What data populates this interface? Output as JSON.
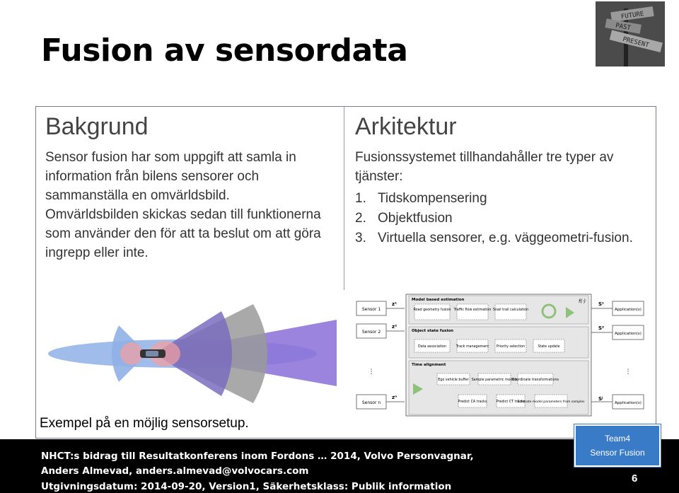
{
  "slide": {
    "title": "Fusion av sensordata"
  },
  "signpost": {
    "sign1": "FUTURE",
    "sign2": "PAST",
    "sign3": "PRESENT"
  },
  "left": {
    "heading": "Bakgrund",
    "p1": "Sensor fusion har som uppgift att samla in information från bilens sensorer och sammanställa en omvärldsbild.",
    "p2": "Omvärldsbilden skickas sedan till funktionerna som använder den för att ta beslut om att göra ingrepp eller inte."
  },
  "right": {
    "heading": "Arkitektur",
    "intro": "Fusionssystemet tillhandahåller tre typer av tjänster:",
    "items": [
      {
        "num": "1.",
        "text": "Tidskompensering"
      },
      {
        "num": "2.",
        "text": "Objektfusion"
      },
      {
        "num": "3.",
        "text": "Virtuella sensorer, e.g. väggeometri-fusion."
      }
    ]
  },
  "caption": "Exempel på en möjlig sensorsetup.",
  "diagram": {
    "sensor1": "Sensor 1",
    "sensor2": "Sensor 2",
    "sensorn": "Sensor n",
    "z1": "z¹",
    "z2": "z²",
    "zn": "zⁿ",
    "mbe": "Model based estimation",
    "osf": "Object state fusion",
    "ta": "Time alignment",
    "fx": "f(·)",
    "s1": "S¹",
    "s2": "S²",
    "sj": "Sʲ",
    "app": "Application(s)",
    "road": "Road geometry fusion",
    "traffic": "Traffic flow estimation",
    "snail": "Snail trail calculation",
    "assoc": "Data association",
    "track": "Track management",
    "prio": "Priority selection",
    "state": "State update",
    "ego": "Ego vehicle buffer",
    "sample": "Sample parametric models",
    "coord": "Coordinate transformations",
    "predca": "Predict CA tracks",
    "predct": "Predict CT tracks",
    "estim": "Estimate model parameters from samples",
    "dots": "⋮"
  },
  "footer": {
    "line1": "NHCT:s bidrag till Resultatkonferens inom Fordons … 2014, Volvo Personvagnar,",
    "line2": "Anders Almevad, anders.almevad@volvocars.com",
    "line3": "Utgivningsdatum: 2014-09-20, Version1, Säkerhetsklass: Publik information",
    "team_line1": "Team4",
    "team_line2": "Sensor Fusion",
    "page": "6"
  }
}
